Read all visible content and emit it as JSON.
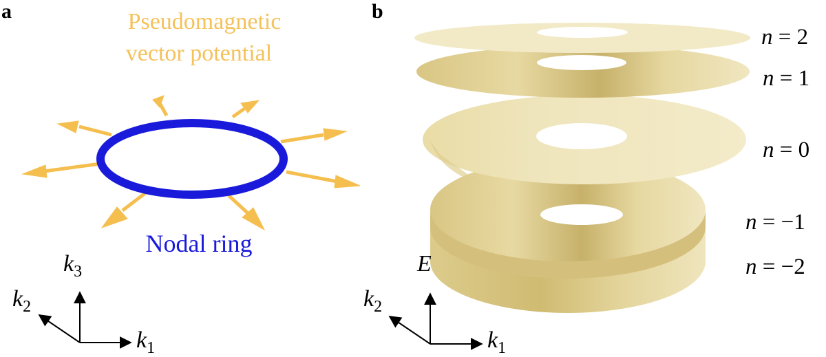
{
  "panel_a": {
    "label": "a",
    "caption_line1": "Pseudomagnetic",
    "caption_line2": "vector potential",
    "ring_label": "Nodal ring",
    "axes": {
      "x": "k",
      "x_sub": "1",
      "y": "k",
      "y_sub": "2",
      "z": "k",
      "z_sub": "3"
    }
  },
  "panel_b": {
    "label": "b",
    "levels": [
      {
        "var": "n",
        "text": " = 2"
      },
      {
        "var": "n",
        "text": " = 1"
      },
      {
        "var": "n",
        "text": " = 0"
      },
      {
        "var": "n",
        "text": " = −1"
      },
      {
        "var": "n",
        "text": " = −2"
      }
    ],
    "axes": {
      "x": "k",
      "x_sub": "1",
      "y": "k",
      "y_sub": "2",
      "z": "E"
    }
  },
  "colors": {
    "ring": "#1a1adb",
    "arrow": "#f5bf4f",
    "disk_light": "#f1e8c1",
    "disk_dark": "#c6b065",
    "text": "#000000"
  }
}
